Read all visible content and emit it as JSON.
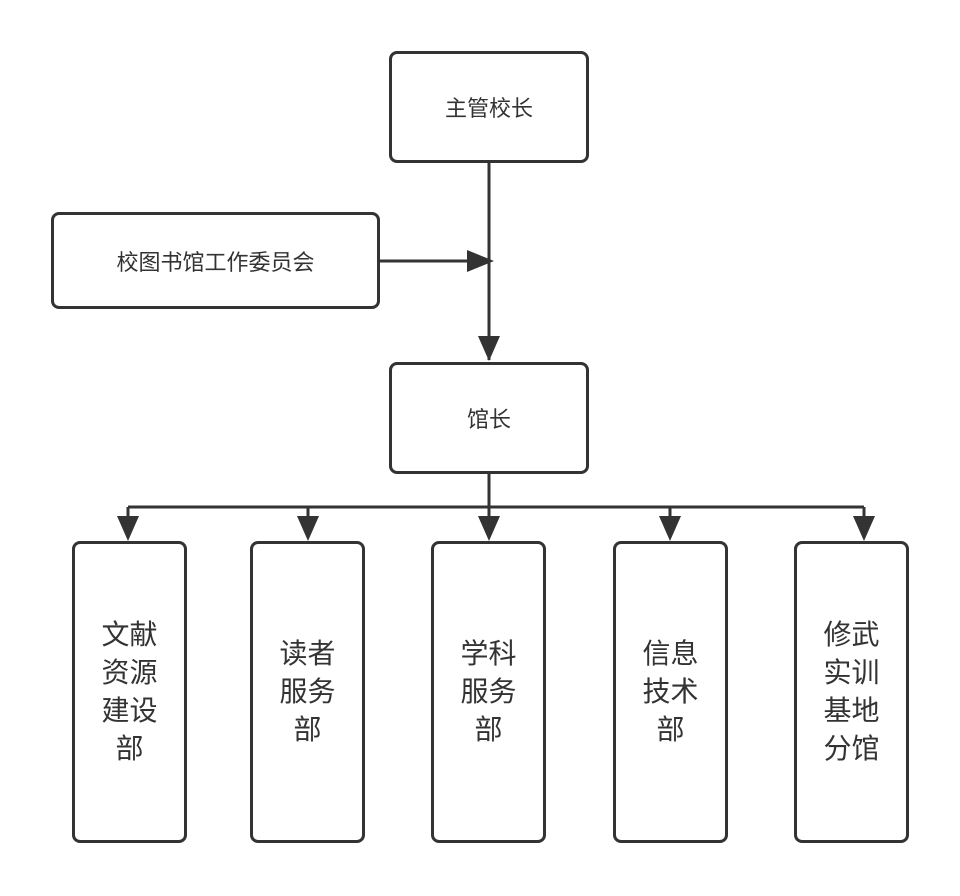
{
  "nodes": {
    "principal": "主管校长",
    "committee": "校图书馆工作委员会",
    "director": "馆长",
    "departments": [
      "文献资源建设部",
      "读者服务部",
      "学科服务部",
      "信息技术部",
      "修武实训基地分馆"
    ]
  },
  "colors": {
    "stroke": "#333333",
    "background": "#ffffff"
  }
}
